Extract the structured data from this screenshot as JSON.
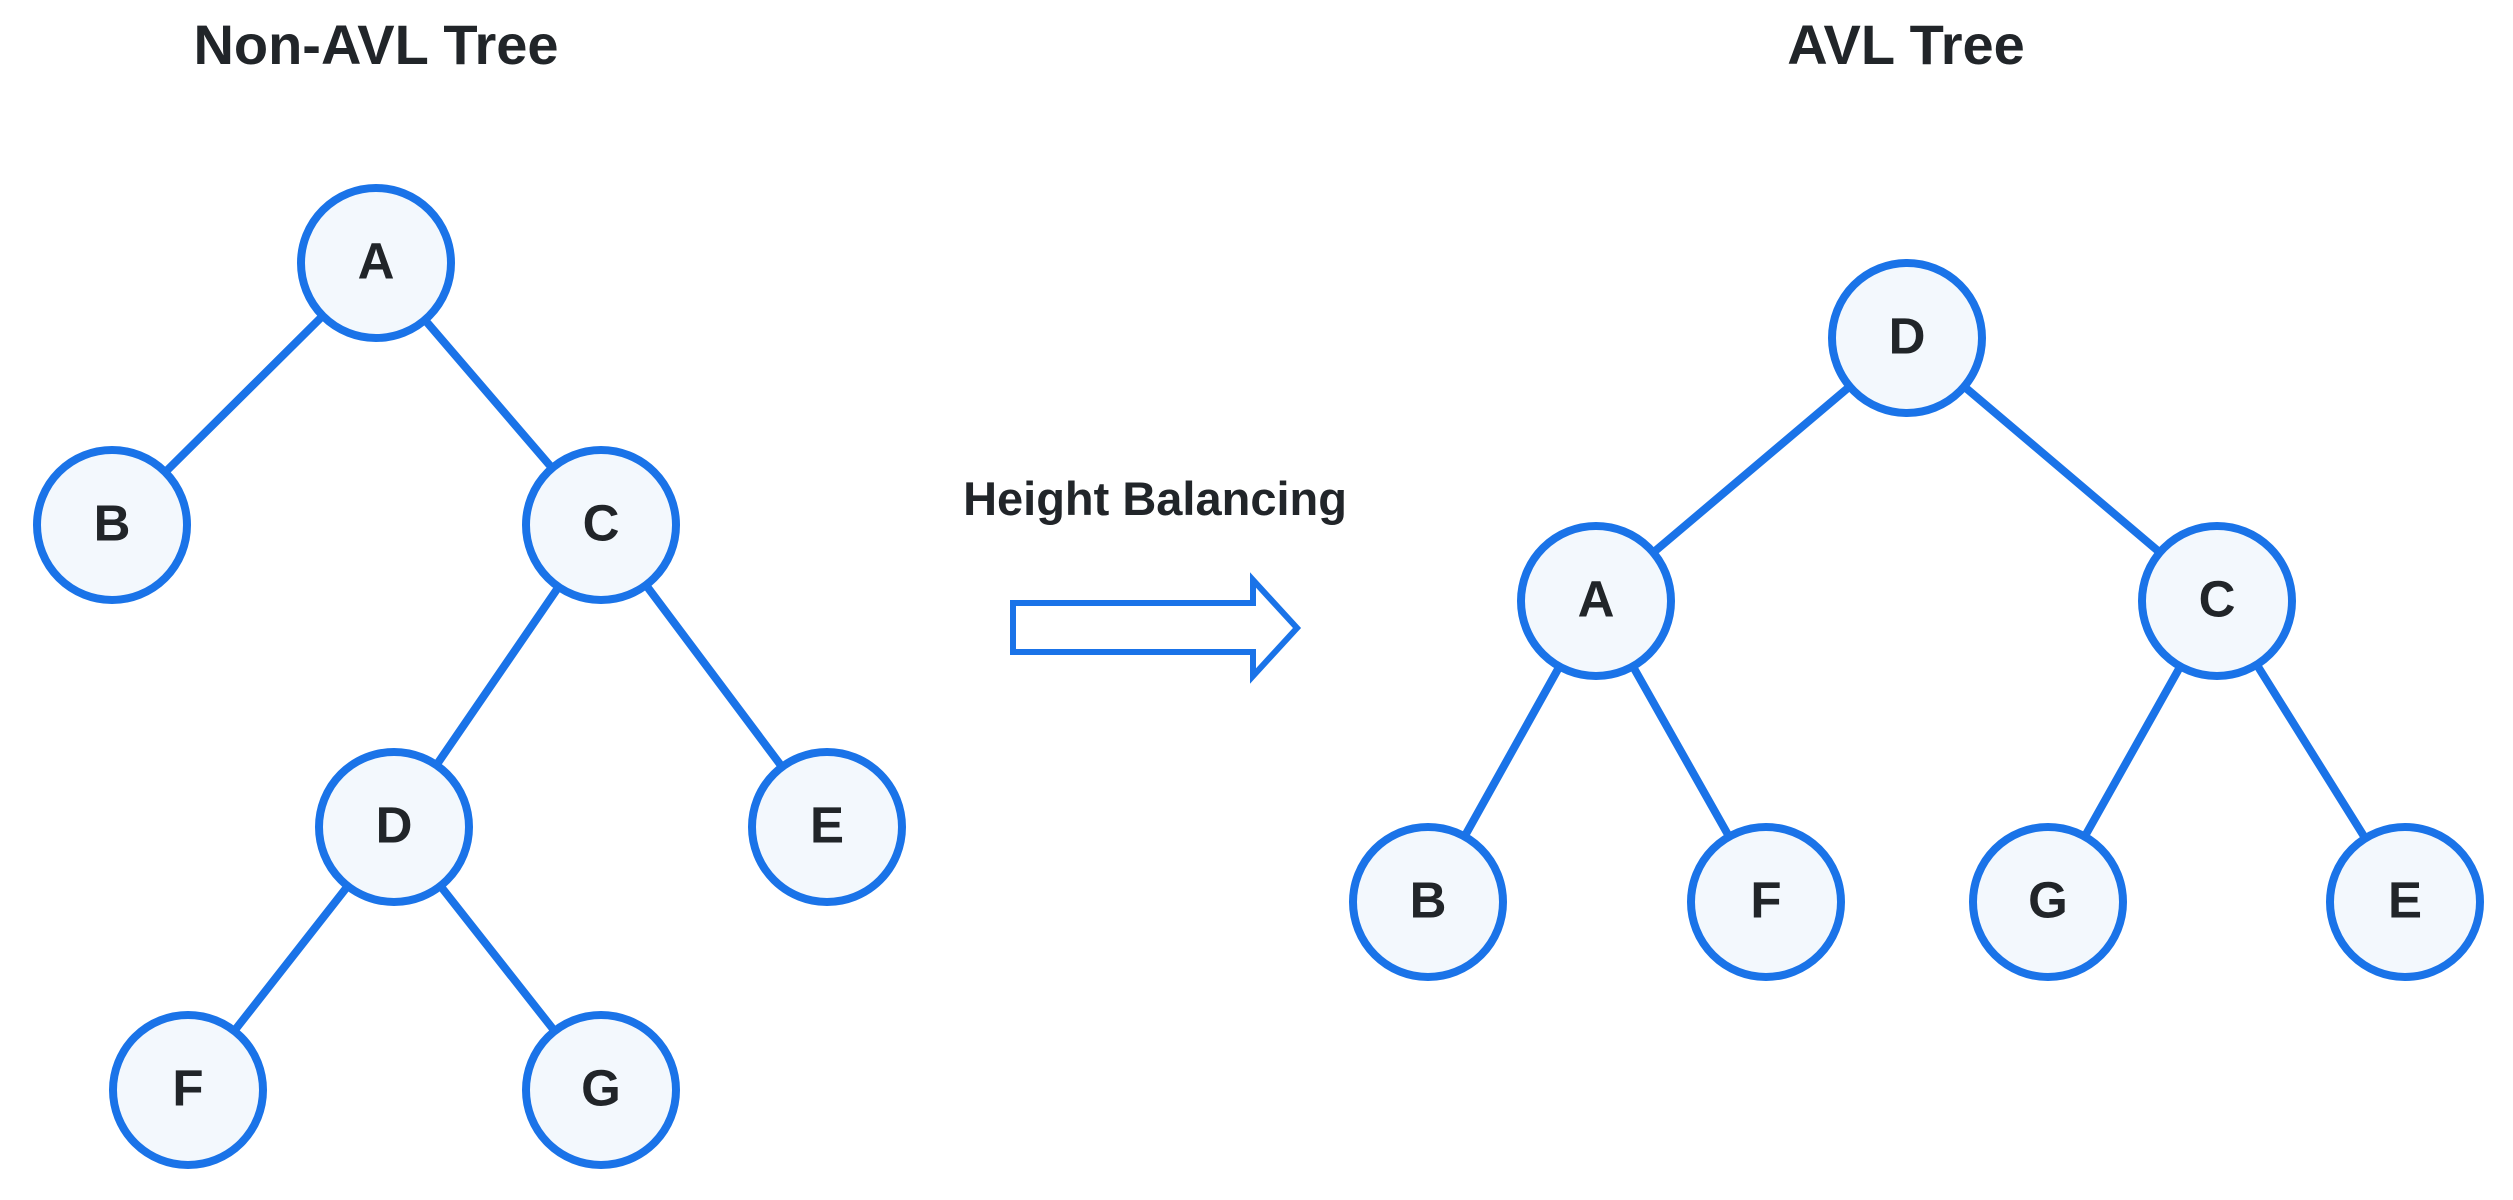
{
  "left_title": "Non-AVL Tree",
  "right_title": "AVL Tree",
  "transform_label": "Height Balancing",
  "colors": {
    "node_stroke": "#1a73e8",
    "node_fill": "#f3f8fd",
    "text": "#212529"
  },
  "non_avl_tree": {
    "nodes": [
      "A",
      "B",
      "C",
      "D",
      "E",
      "F",
      "G"
    ],
    "edges": [
      [
        "A",
        "B"
      ],
      [
        "A",
        "C"
      ],
      [
        "C",
        "D"
      ],
      [
        "C",
        "E"
      ],
      [
        "D",
        "F"
      ],
      [
        "D",
        "G"
      ]
    ]
  },
  "avl_tree": {
    "nodes": [
      "D",
      "A",
      "C",
      "B",
      "F",
      "G",
      "E"
    ],
    "edges": [
      [
        "D",
        "A"
      ],
      [
        "D",
        "C"
      ],
      [
        "A",
        "B"
      ],
      [
        "A",
        "F"
      ],
      [
        "C",
        "G"
      ],
      [
        "C",
        "E"
      ]
    ]
  }
}
